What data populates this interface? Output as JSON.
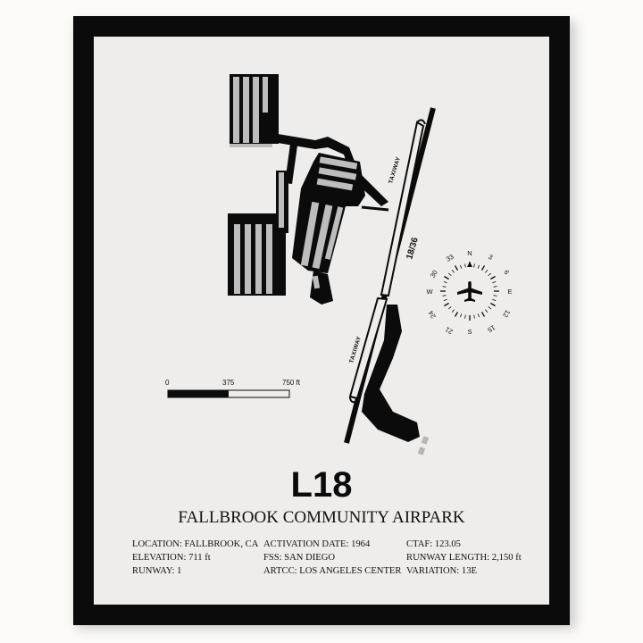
{
  "poster": {
    "code": "L18",
    "name": "FALLBROOK COMMUNITY AIRPARK",
    "details": {
      "column_1": [
        "LOCATION: FALLBROOK, CA",
        "ELEVATION: 711 ft",
        "RUNWAY: 1"
      ],
      "column_2": [
        "ACTIVATION DATE: 1964",
        "FSS: SAN DIEGO",
        "ARTCC: LOS ANGELES CENTER"
      ],
      "column_3": [
        "CTAF: 123.05",
        "RUNWAY LENGTH: 2,150 ft",
        "VARIATION: 13E"
      ]
    }
  },
  "diagram": {
    "runway_label": "18/36",
    "taxiway_label_north": "TAXIWAY",
    "taxiway_label_south": "TAXIWAY"
  },
  "scale": {
    "tick_0": "0",
    "tick_mid": "375",
    "tick_end": "750 ft"
  },
  "compass": {
    "n": "N",
    "e": "E",
    "s": "S",
    "w": "W",
    "l3": "3",
    "l6": "6",
    "l12": "12",
    "l15": "15",
    "l21": "21",
    "l24": "24",
    "l30": "30",
    "l33": "33"
  },
  "colors": {
    "frame": "#0b0b0b",
    "paper": "#efedeb",
    "ink": "#0b0b0b",
    "gray_block": "#bdbdbd"
  }
}
